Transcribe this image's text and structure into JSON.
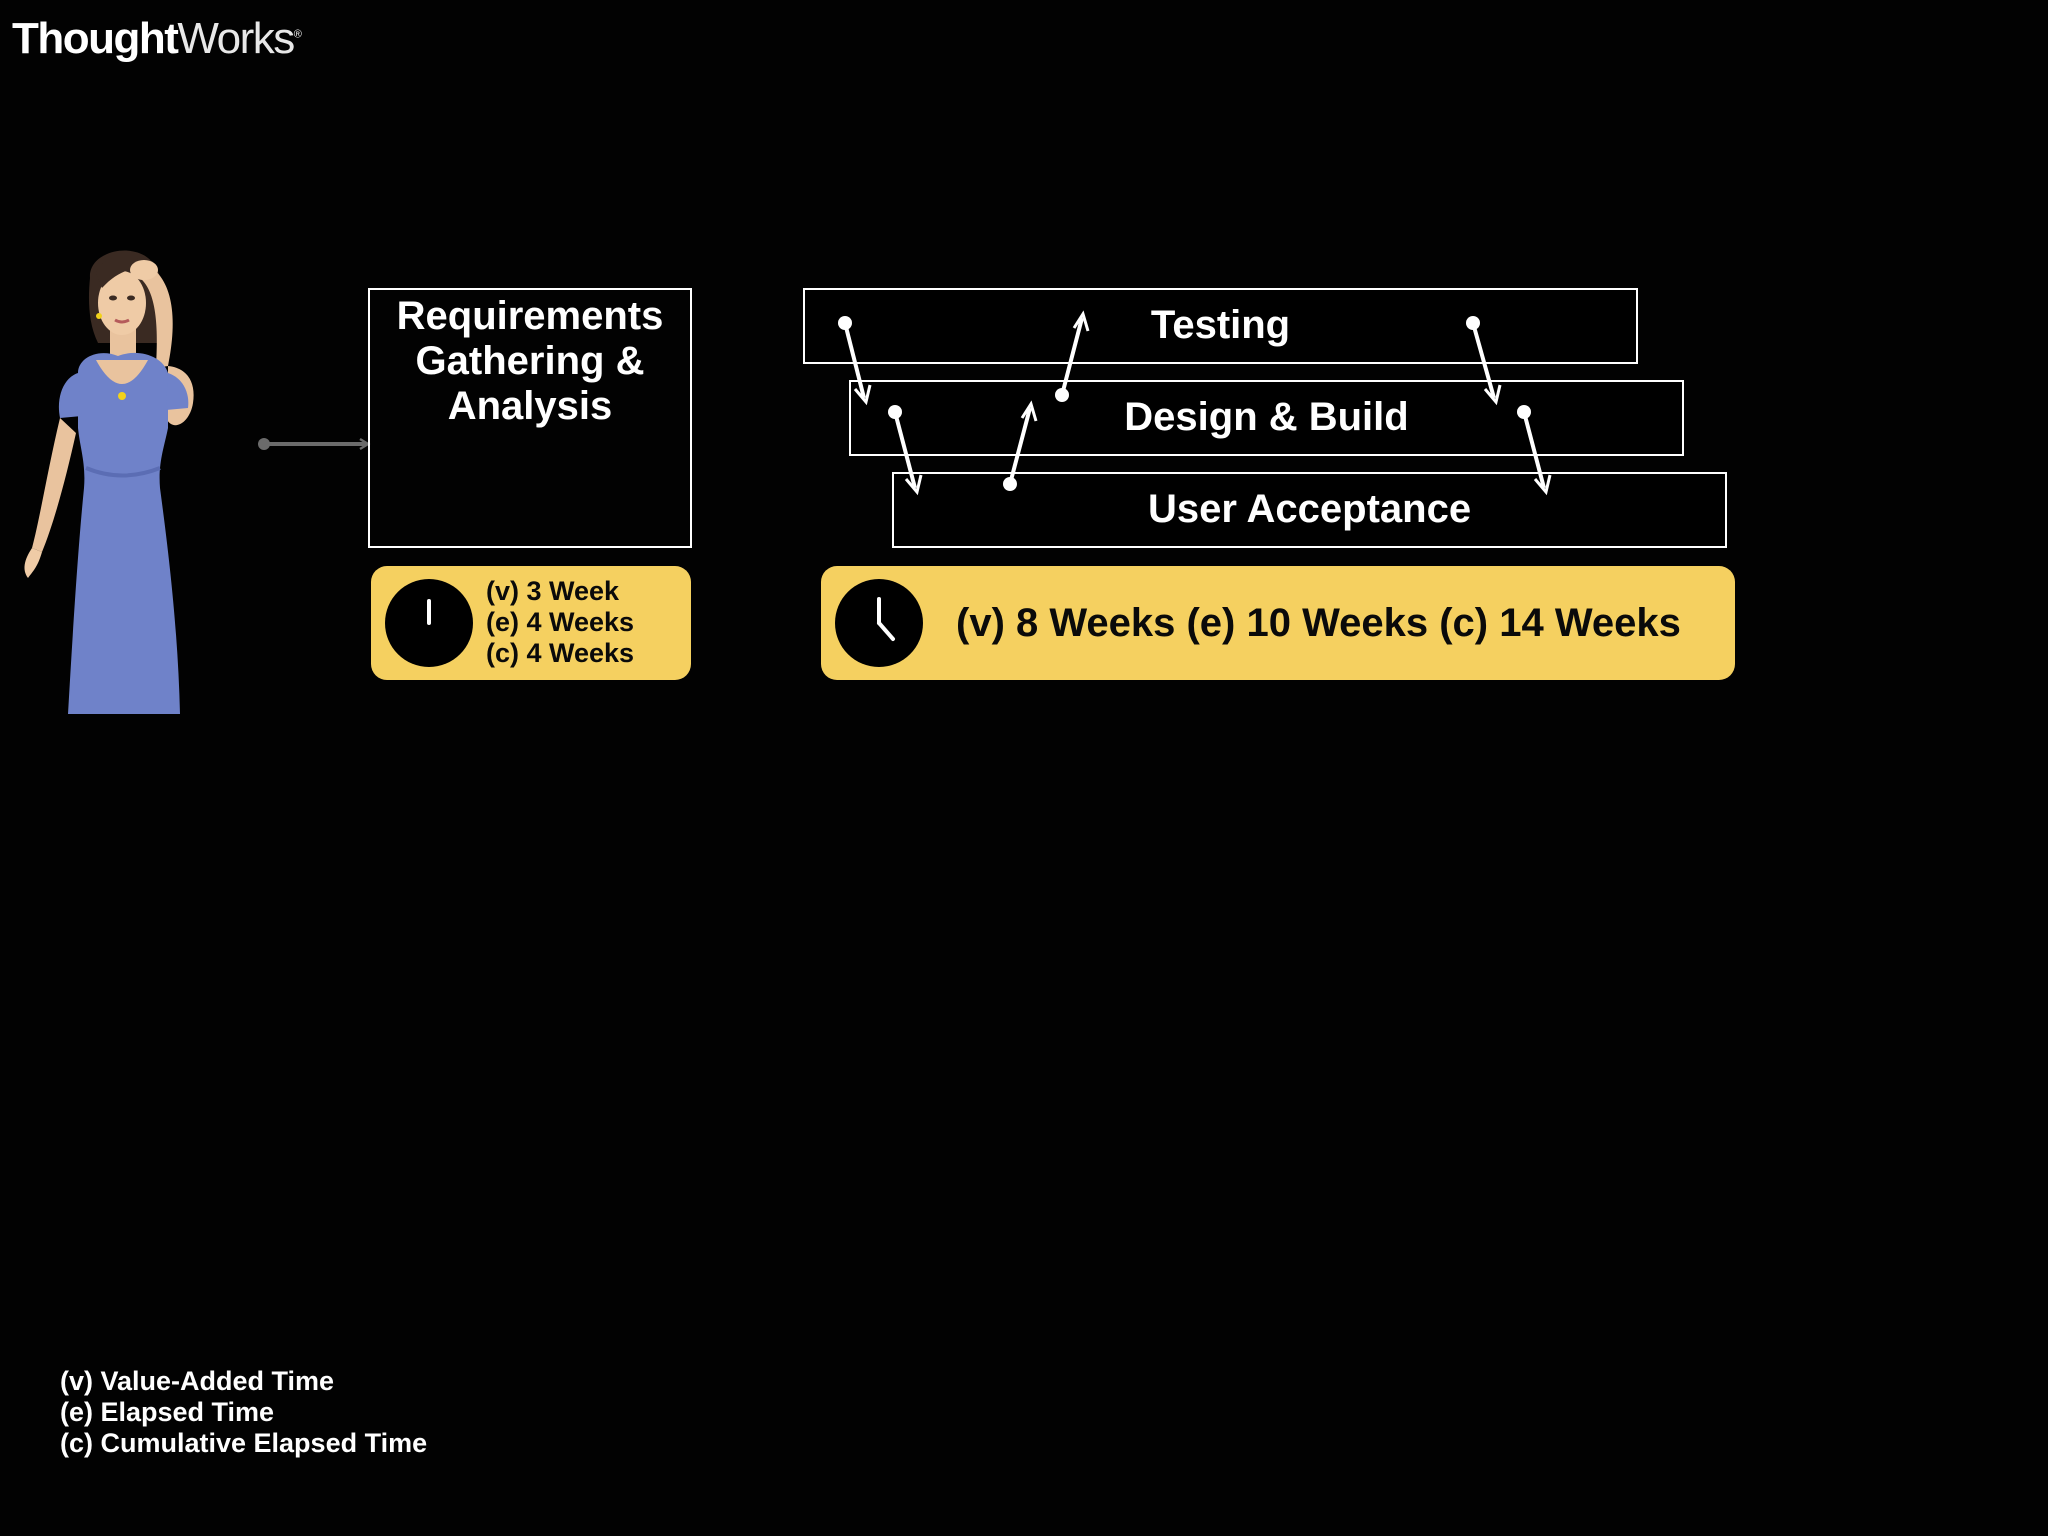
{
  "logo": {
    "bold_part": "Thought",
    "light_part": "Works",
    "registered": "®"
  },
  "colors": {
    "background": "#020202",
    "box_border": "#ffffff",
    "timebox_fill": "#f5d060",
    "clock_fill": "#000000",
    "dress": "#6f82c9",
    "connector": "#6b6b6b"
  },
  "person": {
    "icon": "stressed-woman-icon"
  },
  "requirements": {
    "lines": [
      "Requirements",
      "Gathering &",
      "Analysis"
    ],
    "time": {
      "icon": "clock-icon",
      "lines": [
        "(v) 3 Week",
        "(e) 4 Weeks",
        "(c) 4 Weeks"
      ]
    }
  },
  "stages": {
    "testing": "Testing",
    "design": "Design & Build",
    "uat": "User Acceptance"
  },
  "stages_time": {
    "icon": "clock-icon",
    "text": "(v) 8 Weeks (e) 10 Weeks (c) 14 Weeks"
  },
  "legend": [
    "(v) Value-Added Time",
    "(e) Elapsed Time",
    "(c) Cumulative Elapsed Time"
  ]
}
